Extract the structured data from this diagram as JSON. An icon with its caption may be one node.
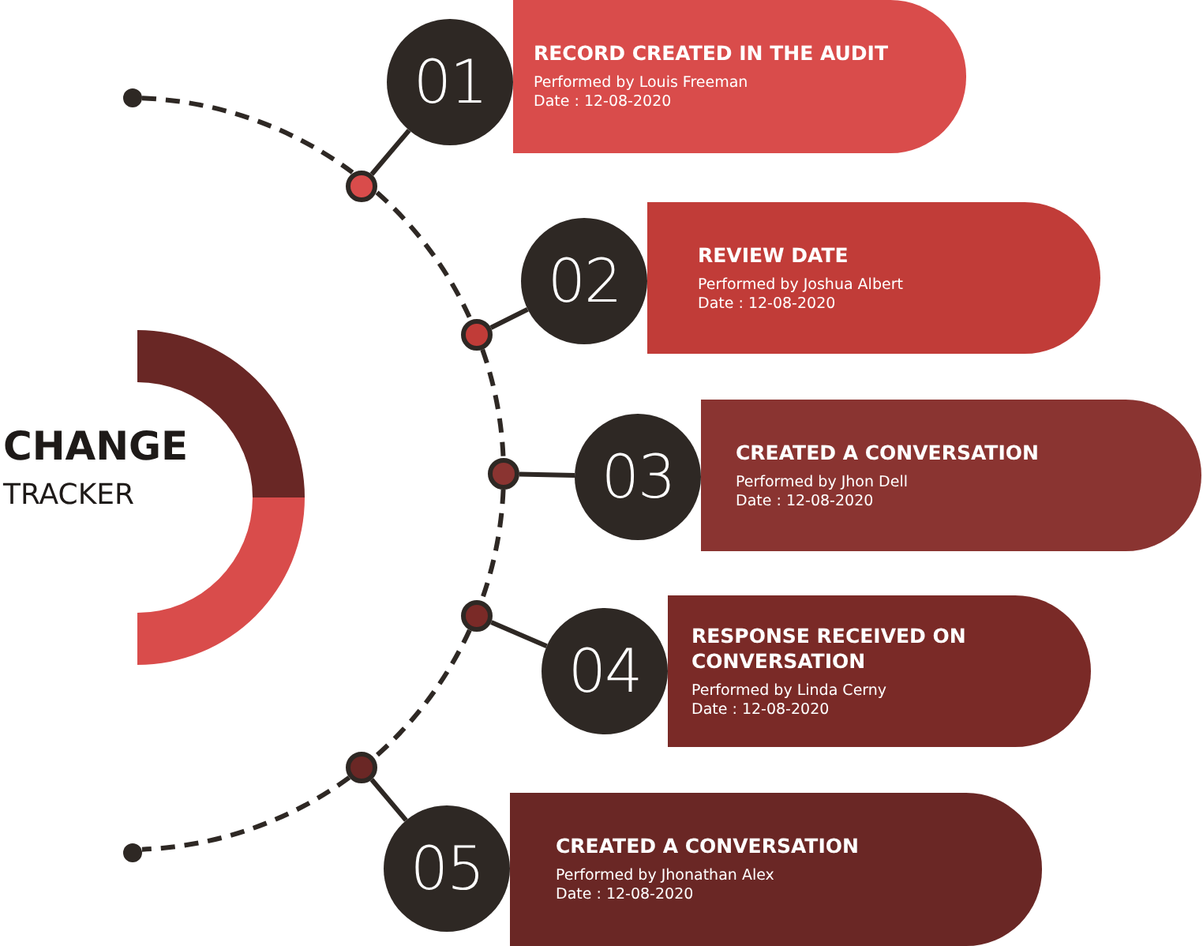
{
  "diagram": {
    "nodes": [
      {
        "text": [],
        "shape": "circle"
      },
      {
        "text": [],
        "shape": "circle"
      },
      {
        "text": [
          "01"
        ]
      },
      {
        "text": [
          "RECORD CREATED IN THE AUDIT",
          "Performed by Louis Freeman",
          "Date : 12-08-2020"
        ]
      },
      {
        "text": [],
        "shape": "circle"
      },
      {
        "text": [
          "02"
        ]
      },
      {
        "text": [
          "REVIEW DATE",
          "Performed by Joshua Albert",
          "Date : 12-08-2020"
        ]
      },
      {
        "text": [],
        "shape": "circle"
      },
      {
        "text": [
          "03"
        ]
      },
      {
        "text": [
          "CREATED A CONVERSATION",
          "Performed by Jhon Dell",
          "Date : 12-08-2020"
        ]
      },
      {
        "text": [],
        "shape": "circle"
      },
      {
        "text": [
          "04"
        ]
      },
      {
        "text": [
          "RESPONSE RECEIVED ON CONVERSATION",
          "Performed by Linda Cerny",
          "Date : 12-08-2020"
        ]
      },
      {
        "text": [],
        "shape": "circle"
      },
      {
        "text": [
          "05"
        ]
      },
      {
        "text": [
          "CREATED A CONVERSATION",
          "Performed by Jhonathan Alex",
          "Date : 12-08-2020"
        ]
      },
      {
        "text": [],
        "shape": "circle"
      }
    ],
    "edges": [
      {
        "from": 0,
        "to": 1,
        "arrow": "none",
        "style": "dashed"
      },
      {
        "from": 1,
        "to": 4,
        "arrow": "none",
        "style": "dashed"
      },
      {
        "from": 4,
        "to": 7,
        "arrow": "none",
        "style": "dashed"
      },
      {
        "from": 7,
        "to": 10,
        "arrow": "none",
        "style": "dashed"
      },
      {
        "from": 10,
        "to": 13,
        "arrow": "none",
        "style": "dashed"
      },
      {
        "from": 13,
        "to": 16,
        "arrow": "none",
        "style": "dashed"
      },
      {
        "from": 1,
        "to": 2,
        "arrow": "none"
      },
      {
        "from": 4,
        "to": 5,
        "arrow": "none"
      },
      {
        "from": 7,
        "to": 8,
        "arrow": "none"
      },
      {
        "from": 10,
        "to": 11,
        "arrow": "none"
      },
      {
        "from": 13,
        "to": 14,
        "arrow": "none"
      }
    ],
    "labels": [
      "CHANGE",
      "TRACKER"
    ]
  }
}
